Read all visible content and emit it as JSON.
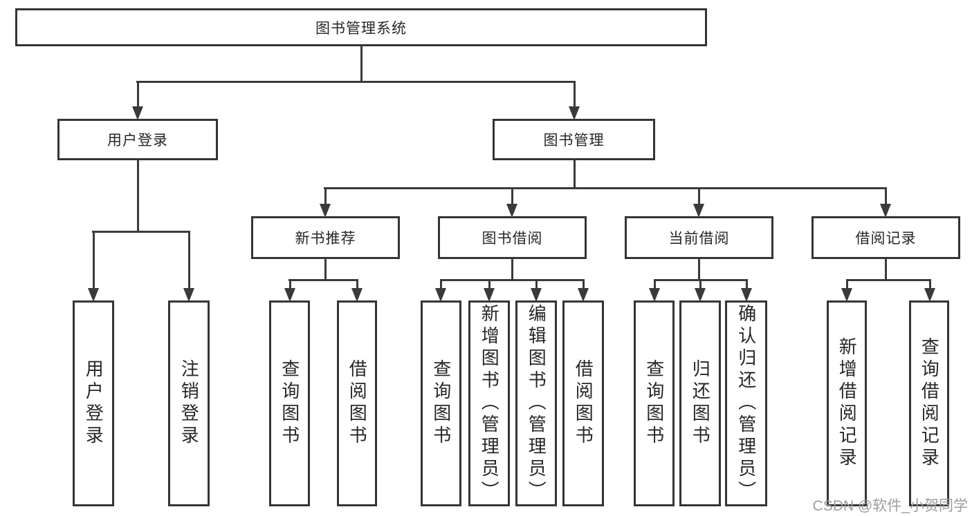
{
  "tree": {
    "root": {
      "label": "图书管理系统",
      "children": [
        {
          "label": "用户登录",
          "children": [
            {
              "label": "用户登录"
            },
            {
              "label": "注销登录"
            }
          ]
        },
        {
          "label": "图书管理",
          "children": [
            {
              "label": "新书推荐",
              "children": [
                {
                  "label": "查询图书"
                },
                {
                  "label": "借阅图书"
                }
              ]
            },
            {
              "label": "图书借阅",
              "children": [
                {
                  "label": "查询图书"
                },
                {
                  "label": "新增图书（管理员）"
                },
                {
                  "label": "编辑图书（管理员）"
                },
                {
                  "label": "借阅图书"
                }
              ]
            },
            {
              "label": "当前借阅",
              "children": [
                {
                  "label": "查询图书"
                },
                {
                  "label": "归还图书"
                },
                {
                  "label": "确认归还（管理员）"
                }
              ]
            },
            {
              "label": "借阅记录",
              "children": [
                {
                  "label": "新增借阅记录"
                },
                {
                  "label": "查询借阅记录"
                }
              ]
            }
          ]
        }
      ]
    }
  },
  "watermark": {
    "text": "CSDN @软件_小贺同学"
  },
  "colors": {
    "line": "#3a3a3a",
    "box_border": "#343434",
    "text": "#262626",
    "watermark": "#9c9c9c",
    "background": "#ffffff"
  }
}
